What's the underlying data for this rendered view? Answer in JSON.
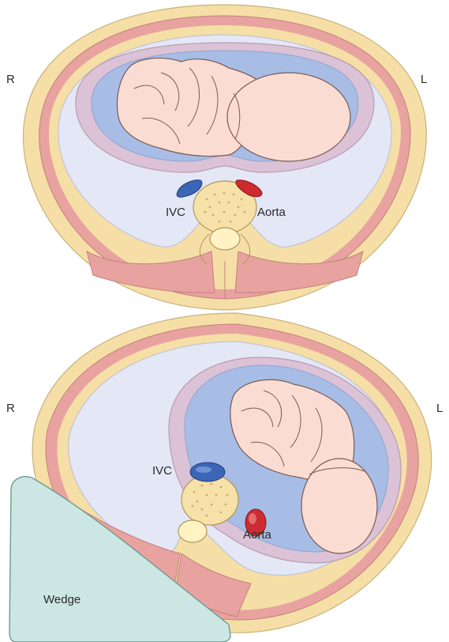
{
  "panels": [
    {
      "side_right": "R",
      "side_left": "L",
      "ivc_label": "IVC",
      "aorta_label": "Aorta"
    },
    {
      "side_right": "R",
      "side_left": "L",
      "ivc_label": "IVC",
      "aorta_label": "Aorta",
      "wedge_label": "Wedge"
    }
  ],
  "colors": {
    "skin": "#f5dfa6",
    "muscle": "#e8a3a0",
    "abdominal_cavity": "#e4e7f6",
    "peritoneal_layer": "#dcc2d6",
    "amniotic_fluid": "#a7bde6",
    "fetus": "#fbdcd2",
    "ivc": "#3b65b6",
    "aorta": "#cc2b2f",
    "bone": "#f6e1a8",
    "wedge": "#cce7e3"
  }
}
